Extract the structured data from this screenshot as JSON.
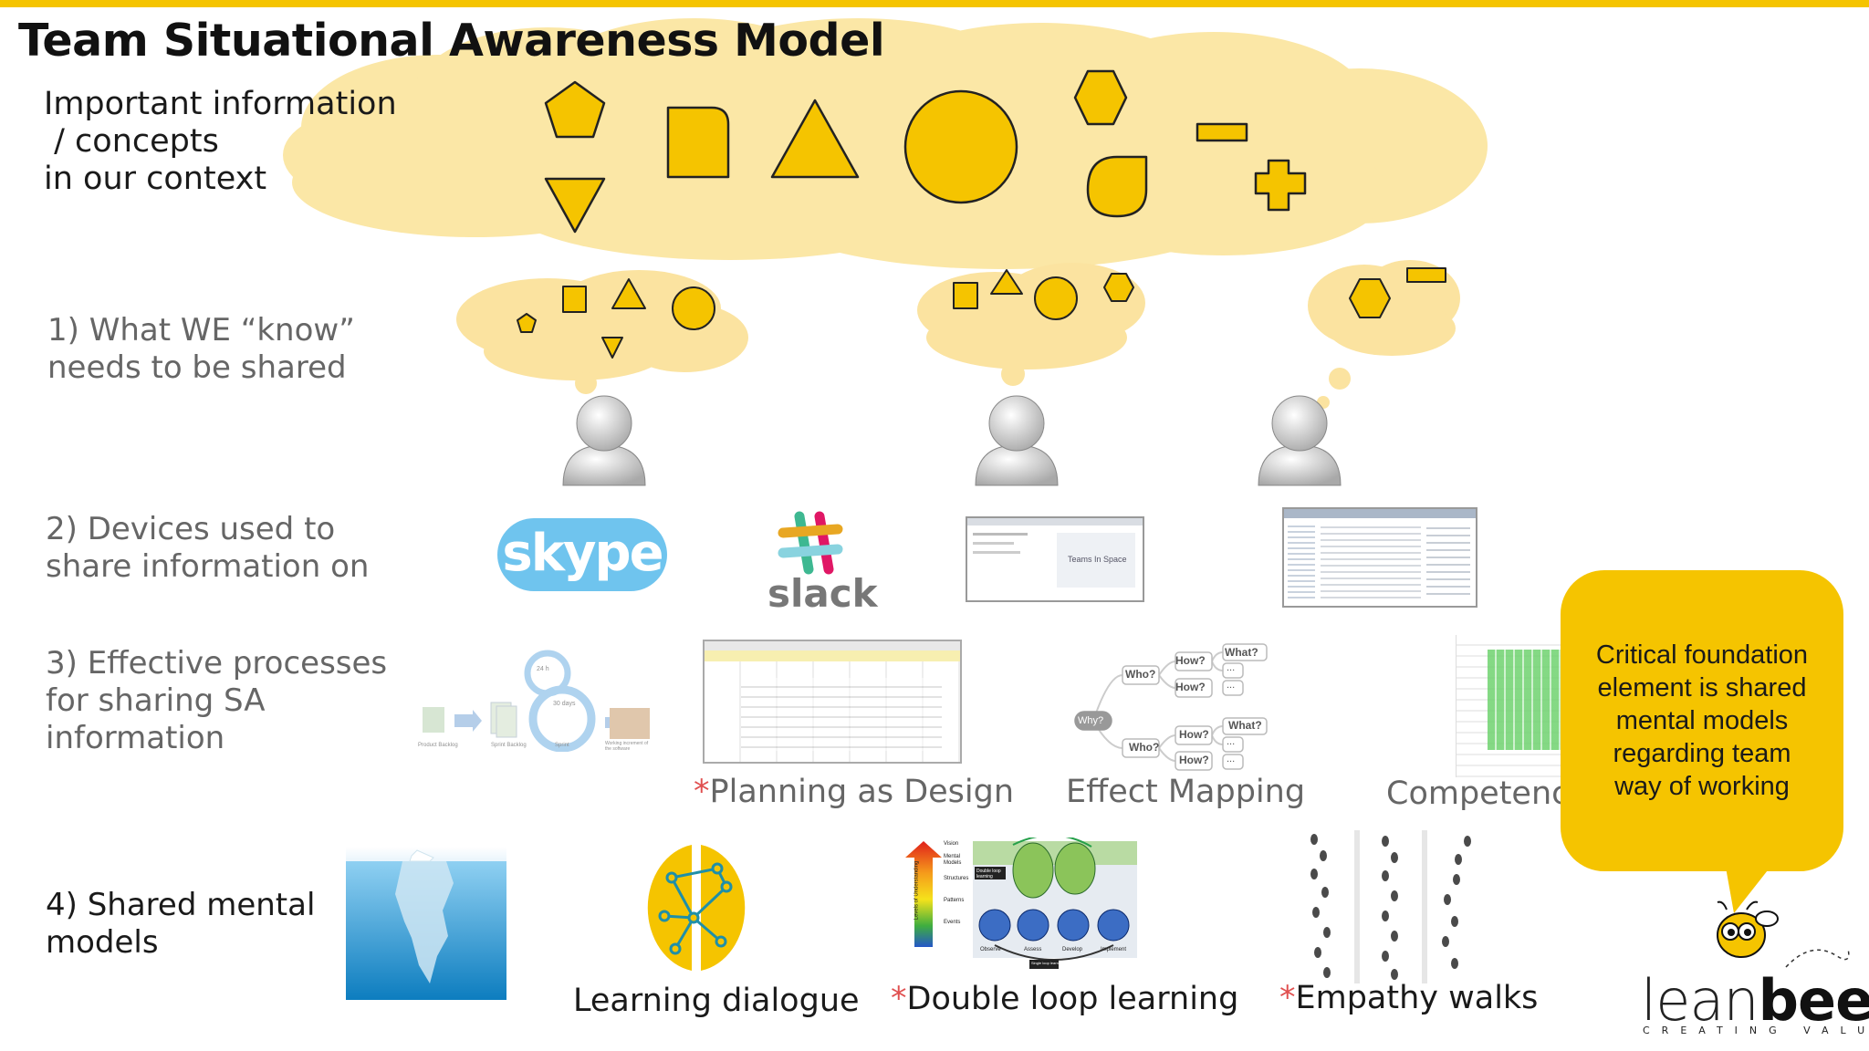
{
  "title": "Team Situational Awareness Model",
  "context_label": [
    "Important information",
    " / concepts",
    "in our context"
  ],
  "rows": {
    "r1": [
      "1) What WE “know”",
      "needs to be shared"
    ],
    "r2": [
      "2) Devices used to",
      "share information on"
    ],
    "r3": [
      "3) Effective processes",
      "for sharing SA",
      "information"
    ],
    "r4": [
      "4) Shared mental",
      "models"
    ]
  },
  "devices": {
    "skype": "skype",
    "slack": "slack",
    "teams_caption": "Teams In Space"
  },
  "processes": {
    "planning": {
      "star": "*",
      "text": "Planning as Design"
    },
    "effect_mapping": {
      "text": "Effect Mapping",
      "nodes": {
        "why": "Why?",
        "who": "Who?",
        "how": "How?",
        "what": "What?",
        "dots": "..."
      }
    },
    "competence": {
      "text": "Competence"
    },
    "scrum_labels": [
      "Product Backlog",
      "Sprint Backlog",
      "Sprint",
      "Working increment of the software"
    ],
    "scrum_cycle": [
      "24 h",
      "30 days"
    ]
  },
  "mental_models": {
    "learning": "Learning dialogue",
    "double_loop": {
      "star": "*",
      "text": "Double loop learning"
    },
    "empathy": {
      "star": "*",
      "text": "Empathy walks"
    },
    "iceberg_levels": [
      "Vision",
      "Mental Models",
      "Structures",
      "Patterns",
      "Events"
    ],
    "iceberg_axis": "Levels of Understanding",
    "loop_stages": [
      "Observe",
      "Assess",
      "Develop",
      "Implement"
    ],
    "loop_tags": [
      "Double loop learning",
      "Single loop learning"
    ]
  },
  "callout": [
    "Critical foundation",
    "element is shared",
    "mental models",
    "regarding team",
    "way of working"
  ],
  "logo": {
    "word_lean": "lean",
    "word_bee": "bee",
    "tagline": "CREATING VALUE"
  },
  "colors": {
    "accent": "#f5c400",
    "cloud": "#fbe7a6",
    "bubble": "#fbe3a0",
    "label_grey": "#666666"
  }
}
